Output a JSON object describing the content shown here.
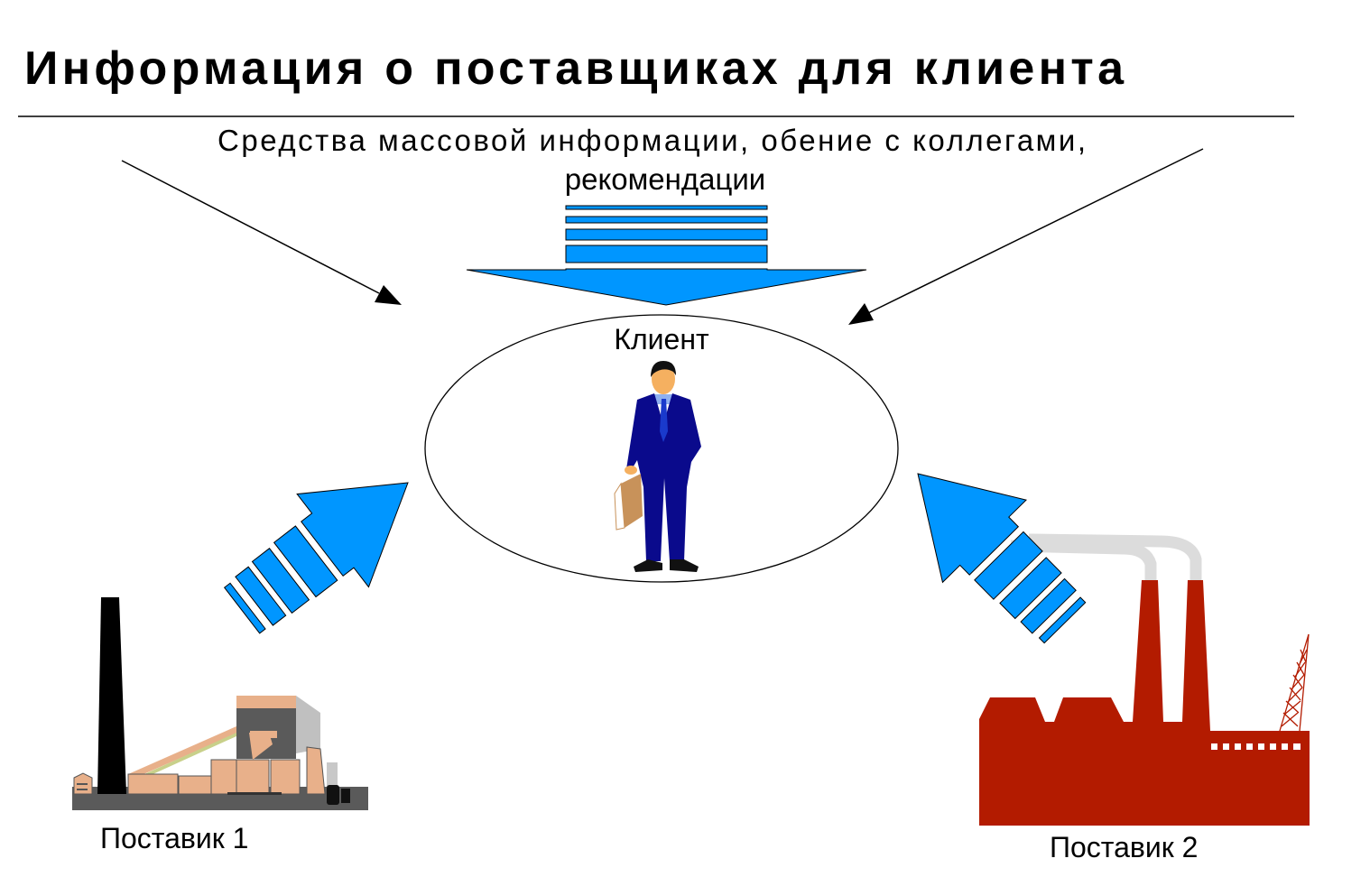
{
  "title": "Информация  о  поставщиках  для  клиента",
  "sources": {
    "line1": "Средства  массовой  информации,  обение  с  коллегами,",
    "line2": "рекомендации"
  },
  "client": {
    "label": "Клиент"
  },
  "suppliers": [
    {
      "label": "Поставик  1"
    },
    {
      "label": "Поставик  2"
    }
  ],
  "colors": {
    "arrow": "#0096ff",
    "suit": "#0a0a8c",
    "factory1": "#e8b08a",
    "factory2": "#b31b00"
  }
}
